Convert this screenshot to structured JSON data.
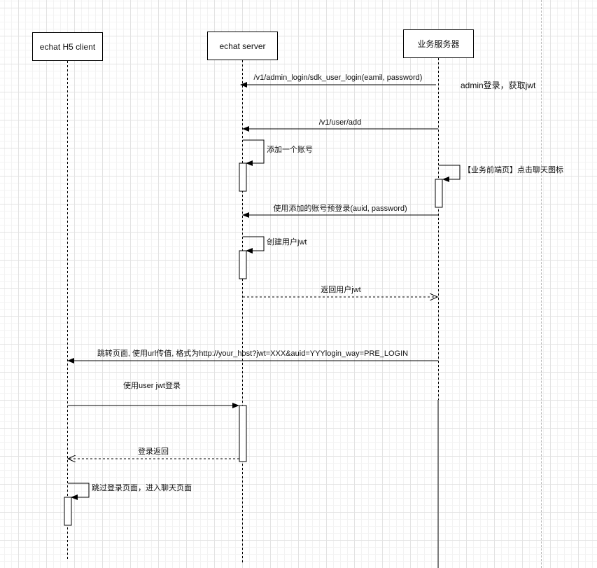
{
  "diagram": {
    "type": "sequence",
    "participants": [
      {
        "id": "client",
        "label": "echat H5 client"
      },
      {
        "id": "server",
        "label": "echat server"
      },
      {
        "id": "biz",
        "label": "业务服务器"
      }
    ],
    "messages": [
      {
        "from": "biz",
        "to": "server",
        "label": "/v1/admin_login/sdk_user_login(eamil, password)",
        "style": "solid"
      },
      {
        "from": "biz",
        "to": "server",
        "label": "/v1/user/add",
        "style": "solid"
      },
      {
        "from": "server",
        "to": "server",
        "label": "添加一个账号",
        "style": "self"
      },
      {
        "from": "biz",
        "to": "biz",
        "label": "【业务前端页】点击聊天图标",
        "style": "self"
      },
      {
        "from": "biz",
        "to": "server",
        "label": "使用添加的账号预登录(auid, password)",
        "style": "solid"
      },
      {
        "from": "server",
        "to": "server",
        "label": "创建用户jwt",
        "style": "self"
      },
      {
        "from": "server",
        "to": "biz",
        "label": "返回用户jwt",
        "style": "dashed-return"
      },
      {
        "from": "biz",
        "to": "client",
        "label": "跳转页面, 使用url传值, 格式为http://your_host?jwt=XXX&auid=YYYlogin_way=PRE_LOGIN",
        "style": "solid"
      },
      {
        "from": "client",
        "to": "server",
        "label": "使用user jwt登录",
        "style": "solid"
      },
      {
        "from": "server",
        "to": "client",
        "label": "登录返回",
        "style": "dashed-return"
      },
      {
        "from": "client",
        "to": "client",
        "label": "跳过登录页面，进入聊天页面",
        "style": "self"
      }
    ],
    "notes": [
      {
        "label": "admin登录，获取jwt"
      }
    ]
  }
}
